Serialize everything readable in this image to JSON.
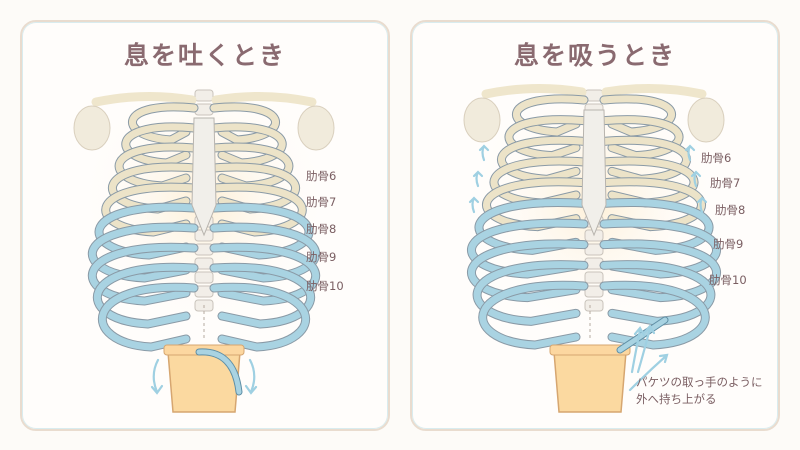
{
  "panels": [
    {
      "title": "息を吐くとき",
      "state": "exhale",
      "labels": [
        "肋骨6",
        "肋骨7",
        "肋骨8",
        "肋骨9",
        "肋骨10"
      ]
    },
    {
      "title": "息を吸うとき",
      "state": "inhale",
      "labels": [
        "肋骨6",
        "肋骨7",
        "肋骨8",
        "肋骨9",
        "肋骨10"
      ]
    }
  ],
  "note": {
    "line1": "パケツの取っ手のように",
    "line2": "外へ持ち上がる"
  },
  "colors": {
    "rib_upper": "#ece3c8",
    "rib_lower": "#a9d3e2",
    "outline": "#8a9aa6",
    "bucket": "#fbd9a0",
    "arrow": "#9fd0e2",
    "text": "#7a5e62"
  }
}
